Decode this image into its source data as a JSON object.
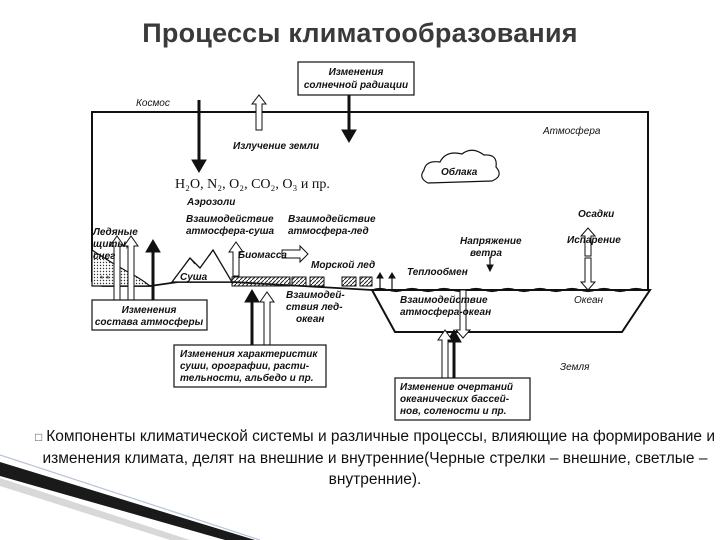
{
  "title": "Процессы климатообразования",
  "diagram": {
    "kosmos": "Космос",
    "solar_change": [
      "Изменения",
      "солнечной радиации"
    ],
    "atmosfera": "Атмосфера",
    "earth_radiation": "Излучение земли",
    "gases": "H₂O, N₂, O₂, CO₂, O₃ и пр.",
    "aerosols": "Аэрозоли",
    "clouds": "Облака",
    "atm_land": [
      "Взаимодействие",
      "атмосфера-суша"
    ],
    "atm_ice": [
      "Взаимодействие",
      "атмосфера-лед"
    ],
    "ice_sheets": [
      "Ледяные",
      "щиты,",
      "снег"
    ],
    "biomass": "Биомасса",
    "sea_ice": "Морской лед",
    "land": "Суша",
    "precipitation": "Осадки",
    "evaporation": "Испарение",
    "wind_stress": [
      "Напряжение",
      "ветра"
    ],
    "heat_exchange": "Теплообмен",
    "ocean": "Океан",
    "ice_ocean": [
      "Взаимодей-",
      "ствия лед-",
      "океан"
    ],
    "atm_ocean": [
      "Взаимодействие",
      "атмосфера-океан"
    ],
    "atm_composition": [
      "Изменения",
      "состава атмосферы"
    ],
    "land_changes": [
      "Изменения характеристик",
      "суши, орографии, расти-",
      "тельности, альбедо и пр."
    ],
    "earth": "Земля",
    "ocean_changes": [
      "Изменение очертаний",
      "океанических бассей-",
      "нов, солености и пр."
    ]
  },
  "caption": "Компоненты климатической системы и различные процессы, влияющие на формирование и изменения климата, делят на внешние и внутренние(Черные стрелки – внешние, светлые – внутренние)."
}
